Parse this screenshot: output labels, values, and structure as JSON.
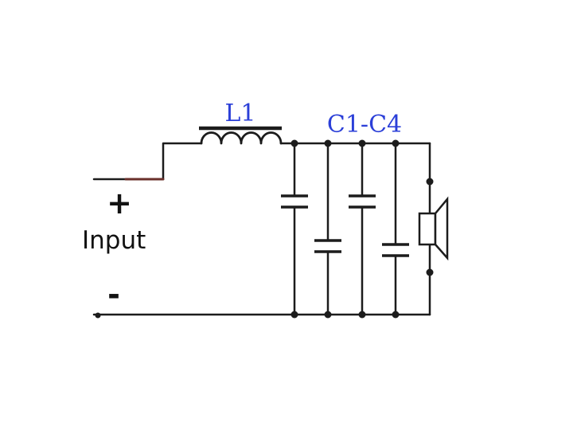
{
  "labels": {
    "inductor": "L1",
    "capacitors": "C1-C4",
    "input": "Input",
    "plus": "+",
    "minus": "-"
  },
  "colors": {
    "wire": "#1c1c1c",
    "label_blue": "#2b3fd8",
    "text_black": "#121212",
    "input_wire_tint": "#6a2f2a",
    "background": "#ffffff"
  },
  "components": {
    "inductor_name": "series inductor",
    "capacitor_bank_name": "four parallel capacitors",
    "speaker_name": "speaker load",
    "source_name": "input terminals"
  }
}
